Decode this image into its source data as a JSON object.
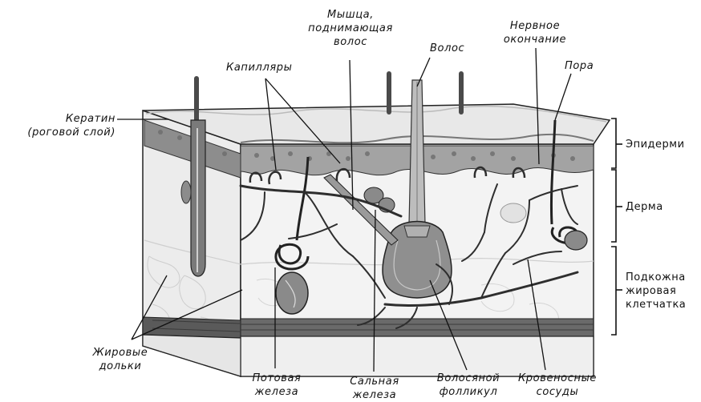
{
  "labels": {
    "muscle": [
      "Мышца,",
      "поднимающая",
      "волос"
    ],
    "nerve": [
      "Нервное",
      "окончание"
    ],
    "capillaries": "Капилляры",
    "hair": "Волос",
    "pore": "Пора",
    "keratin": [
      "Кератин",
      "(роговой слой)"
    ],
    "epidermis": "Эпидерми",
    "dermis": "Дерма",
    "subcutaneous": [
      "Подкожна",
      "жировая",
      "клетчатка"
    ],
    "fat_lobules": [
      "Жировые",
      "дольки"
    ],
    "sweat_gland": [
      "Потовая",
      "железа"
    ],
    "sebaceous_gland": [
      "Сальная",
      "железа"
    ],
    "hair_follicle": [
      "Волосяной",
      "фолликул"
    ],
    "blood_vessels": [
      "Кровеносные",
      "сосуды"
    ]
  },
  "colors": {
    "outline": "#222222",
    "skin_surface": "#e6e6e6",
    "epidermis": "#9a9a9a",
    "dermis": "#f1f1f1",
    "fat": "#f7f7f7",
    "vessels": "#2e2e2e",
    "band": "#5a5a5a"
  }
}
